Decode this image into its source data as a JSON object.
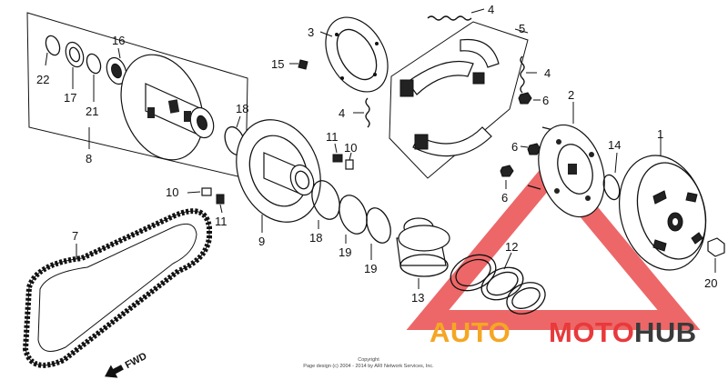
{
  "diagram": {
    "callouts": [
      "22",
      "17",
      "16",
      "21",
      "8",
      "18",
      "3",
      "15",
      "4",
      "4",
      "4",
      "5",
      "6",
      "6",
      "6",
      "2",
      "11",
      "10",
      "9",
      "10",
      "11",
      "7",
      "18",
      "19",
      "19",
      "13",
      "12",
      "14",
      "1",
      "20"
    ],
    "fwd_label": "FWD",
    "copyright_line1": "Copyright",
    "copyright_line2": "Page design (c) 2004 - 2014 by ARI Network Services, Inc."
  },
  "watermark": {
    "part1": "AUTO",
    "part2": "MOTO",
    "part3": "HUB",
    "color_orange": "#f5a623",
    "color_red": "#e8393b",
    "color_dark": "#3a3a3a"
  }
}
